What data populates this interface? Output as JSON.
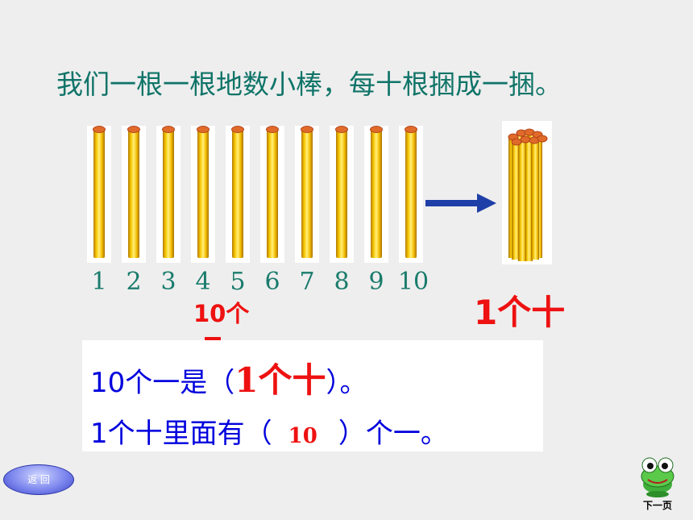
{
  "instruction": "我们一根一根地数小棒，每十根捆成一捆。",
  "numbers": [
    "1",
    "2",
    "3",
    "4",
    "5",
    "6",
    "7",
    "8",
    "9",
    "10"
  ],
  "labels": {
    "ten_ones": "10个",
    "one_ten": "1个十"
  },
  "answers": {
    "line1_prefix": "10个一是（",
    "line1_answer": "1个十",
    "line1_suffix": "）。",
    "line2_prefix": "1个十里面有（",
    "line2_answer": "10",
    "line2_suffix": "）个一。"
  },
  "nav": {
    "back_label": "返 回",
    "next_label": "下一页"
  },
  "colors": {
    "teal_text": "#0f7468",
    "red_text": "#ee1111",
    "blue_text": "#0000dd",
    "stick_yellow": "#f7c600",
    "arrow_blue": "#1f3fa8"
  },
  "icons": {
    "back": "oval-button",
    "next": "frog-icon",
    "arrow": "arrow-right-icon"
  }
}
